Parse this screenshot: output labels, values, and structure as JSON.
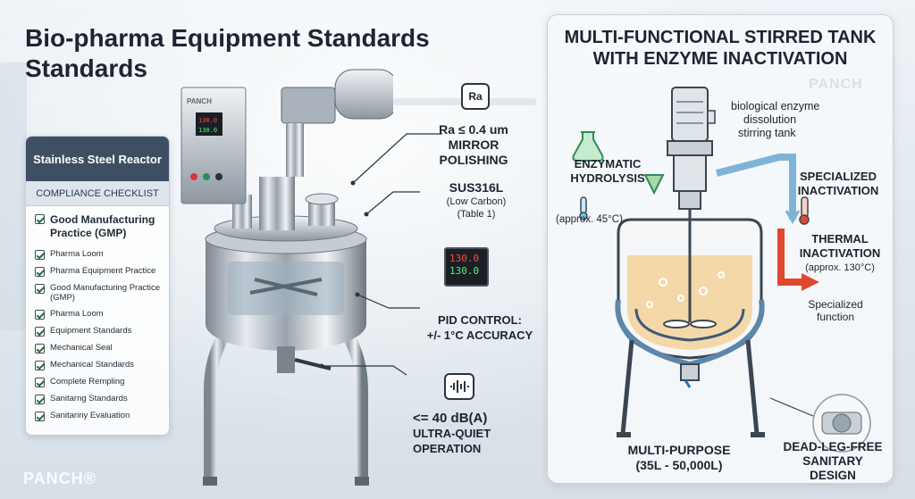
{
  "title": "Bio-pharma Equipment Standards Standards",
  "brand": "PANCH",
  "brand_reg": "PANCH®",
  "checklist": {
    "header": "Stainless Steel Reactor",
    "subheader": "COMPLIANCE CHECKLIST",
    "items": [
      "Good Manufacturing Practice (GMP)",
      "Pharma Loom",
      "Pharma Equipment Practice",
      "Good Manufacturing Practice (GMP)",
      "Pharma Loom",
      "Equipment Standards",
      "Mechanical Seal",
      "Mechanical Standards",
      "Complete Rempling",
      "Sanitarng Standards",
      "Sanitariny Evaluation"
    ]
  },
  "controller": {
    "pv": "130.0",
    "sv": "130.0"
  },
  "callouts": {
    "ra_icon": "Ra",
    "roughness": "Ra ≤ 0.4 um",
    "polish_1": "MIRROR",
    "polish_2": "POLISHING",
    "material": "SUS316L",
    "material_note_1": "(Low Carbon)",
    "material_note_2": "(Table 1)",
    "pid_display": "130.0",
    "pid_display_sv": "130.0",
    "pid_1": "PID CONTROL:",
    "pid_2": "+/- 1°C ACCURACY",
    "noise": "<= 40 dB(A)",
    "noise_1": "ULTRA-QUIET",
    "noise_2": "OPERATION"
  },
  "panel": {
    "title_1": "MULTI-FUNCTIONAL STIRRED TANK",
    "title_2": "WITH ENZYME INACTIVATION",
    "motor_label_1": "biological enzyme",
    "motor_label_2": "dissolution",
    "motor_label_3": "stirring tank",
    "enz_1": "ENZYMATIC",
    "enz_2": "HYDROLYSIS",
    "enz_temp": "(approx. 45°C)",
    "spec_1": "SPECIALIZED",
    "spec_2": "INACTIVATION",
    "thermal_1": "THERMAL",
    "thermal_2": "INACTIVATION",
    "thermal_temp": "(approx. 130°C)",
    "spec_func_1": "Specialized",
    "spec_func_2": "function",
    "multi_1": "MULTI-PURPOSE",
    "multi_2": "(35L - 50,000L)",
    "dead_1": "DEAD-LEG-FREE",
    "dead_2": "SANITARY DESIGN"
  },
  "colors": {
    "accent_green": "#2e8b57",
    "hot_red": "#e0482e",
    "cold_blue": "#7fb3d8",
    "liquid": "#f5d8a8",
    "dark_text": "#1d2330"
  }
}
